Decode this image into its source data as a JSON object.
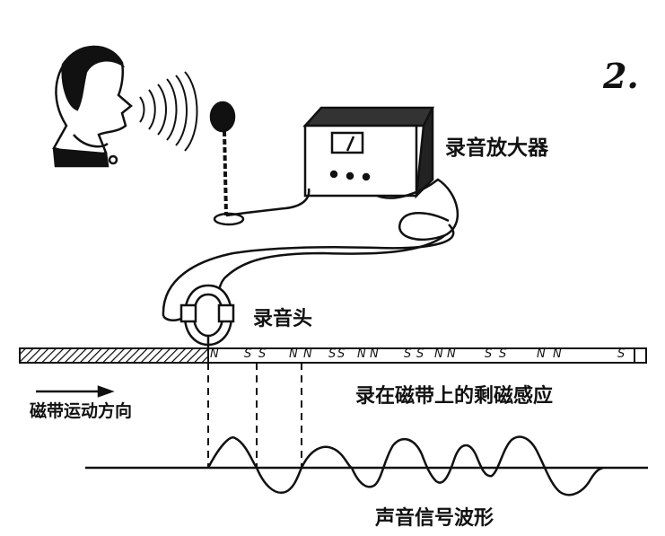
{
  "figure_number": "2.",
  "labels": {
    "amplifier": "录音放大器",
    "record_head": "录音头",
    "tape_direction": "磁带运动方向",
    "remanence": "录在磁带上的剩磁感应",
    "waveform": "声音信号波形"
  },
  "tape_poles": [
    "N",
    "S",
    "S",
    "N",
    "N",
    "S",
    "S",
    "N",
    "N",
    "S",
    "S",
    "N",
    "N",
    "S",
    "S",
    "N",
    "N",
    "S"
  ]
}
